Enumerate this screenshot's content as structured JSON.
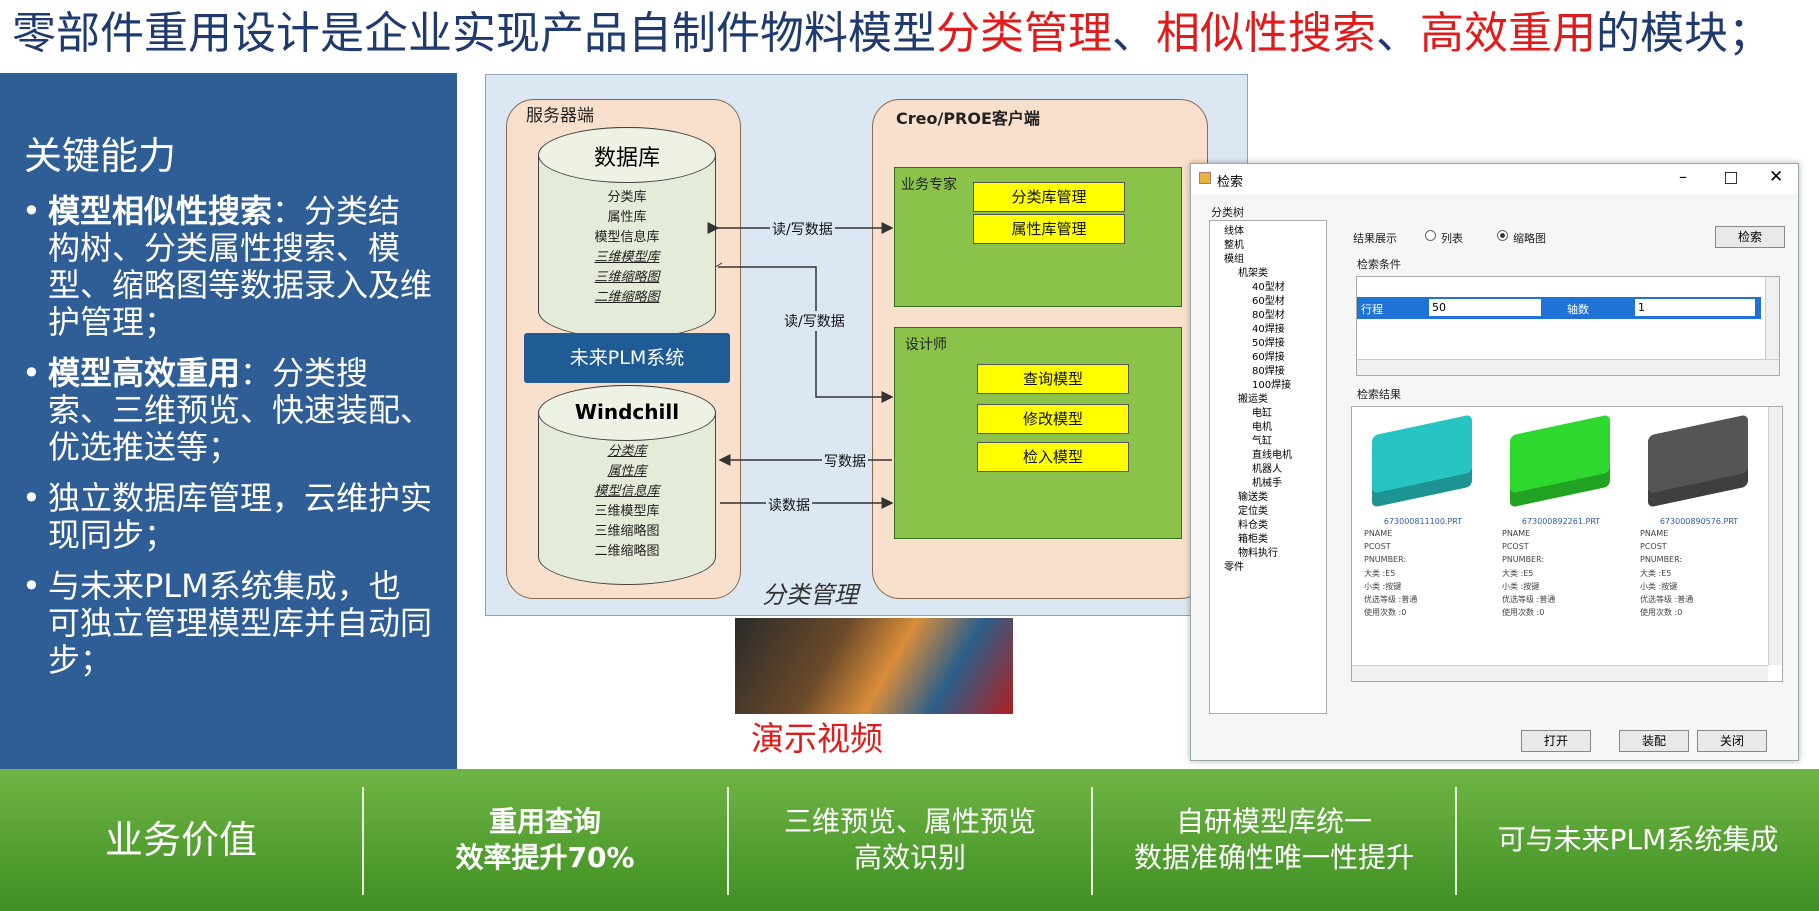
{
  "title": {
    "p1": "零部件重用设计是企业实现产品自制件物料模型",
    "h1": "分类管理",
    "s1": "、",
    "h2": "相似性搜索",
    "s2": "、",
    "h3": "高效重用",
    "p2": "的模块；"
  },
  "left": {
    "heading": "关键能力",
    "items": [
      {
        "bold": "模型相似性搜索",
        "rest": "：分类结构树、分类属性搜索、模型、缩略图等数据录入及维护管理；"
      },
      {
        "bold": "模型高效重用",
        "rest": "：分类搜索、三维预览、快速装配、优选推送等；"
      },
      {
        "bold": "",
        "rest": "独立数据库管理，云维护实现同步；"
      },
      {
        "bold": "",
        "rest": "与未来PLM系统集成，也可独立管理模型库并自动同步；"
      }
    ]
  },
  "diagram": {
    "server_label": "服务器端",
    "db_title": "数据库",
    "db_items": [
      {
        "t": "分类库",
        "i": false
      },
      {
        "t": "属性库",
        "i": false
      },
      {
        "t": "模型信息库",
        "i": false
      },
      {
        "t": "三维模型库",
        "i": true
      },
      {
        "t": "三维缩略图",
        "i": true
      },
      {
        "t": "二维缩略图",
        "i": true
      }
    ],
    "plm_label": "未来PLM系统",
    "wc_title": "Windchill",
    "wc_items": [
      {
        "t": "分类库",
        "i": true
      },
      {
        "t": "属性库",
        "i": true
      },
      {
        "t": "模型信息库",
        "i": true
      },
      {
        "t": "三维模型库",
        "i": false
      },
      {
        "t": "三维缩略图",
        "i": false
      },
      {
        "t": "二维缩略图",
        "i": false
      }
    ],
    "client_label": "Creo/PROE客户端",
    "expert_label": "业务专家",
    "expert_btns": [
      "分类库管理",
      "属性库管理"
    ],
    "designer_label": "设计师",
    "designer_btns": [
      "查询模型",
      "修改模型",
      "检入模型"
    ],
    "arrow_labels": [
      "读/写数据",
      "读/写数据",
      "写数据",
      "读数据"
    ],
    "footer_label": "分类管理"
  },
  "dialog": {
    "title": "检索",
    "tree_label": "分类树",
    "tree": [
      "线体",
      "整机",
      "模组",
      "机架类",
      "40型材",
      "60型材",
      "80型材",
      "40焊接",
      "50焊接",
      "60焊接",
      "80焊接",
      "100焊接",
      "搬运类",
      "电缸",
      "电机",
      "气缸",
      "直线电机",
      "机器人",
      "机械手",
      "输送类",
      "定位类",
      "料仓类",
      "箱柜类",
      "物料执行",
      "零件"
    ],
    "display_label": "结果展示",
    "opt_list": "列表",
    "opt_thumb": "缩略图",
    "search_btn": "检索",
    "cond_label": "检索条件",
    "cond_row": [
      "行程",
      "50",
      "轴数",
      "1"
    ],
    "result_label": "检索结果",
    "results": [
      {
        "id": "673000811100.PRT",
        "color": "#27c4c4",
        "fields": [
          "PNAME",
          "PCOST",
          "PNUMBER:",
          "大类 :E5",
          "小类 :按键",
          "优选等级 :普通",
          "使用次数 :0"
        ]
      },
      {
        "id": "673000892261.PRT",
        "color": "#2ed82e",
        "fields": [
          "PNAME",
          "PCOST",
          "PNUMBER:",
          "大类 :E5",
          "小类 :按键",
          "优选等级 :普通",
          "使用次数 :0"
        ]
      },
      {
        "id": "673000890576.PRT",
        "color": "#555555",
        "fields": [
          "PNAME",
          "PCOST",
          "PNUMBER:",
          "大类 :E5",
          "小类 :按键",
          "优选等级 :普通",
          "使用次数 :0"
        ]
      }
    ],
    "btn_open": "打开",
    "btn_assemble": "装配",
    "btn_close": "关闭"
  },
  "video_caption": "演示视频",
  "footer": {
    "label": "业务价值",
    "cells": [
      [
        "重用查询",
        "效率提升70%"
      ],
      [
        "三维预览、属性预览",
        "高效识别"
      ],
      [
        "自研模型库统一",
        "数据准确性唯一性提升"
      ],
      [
        "可与未来PLM系统集成",
        ""
      ]
    ]
  }
}
